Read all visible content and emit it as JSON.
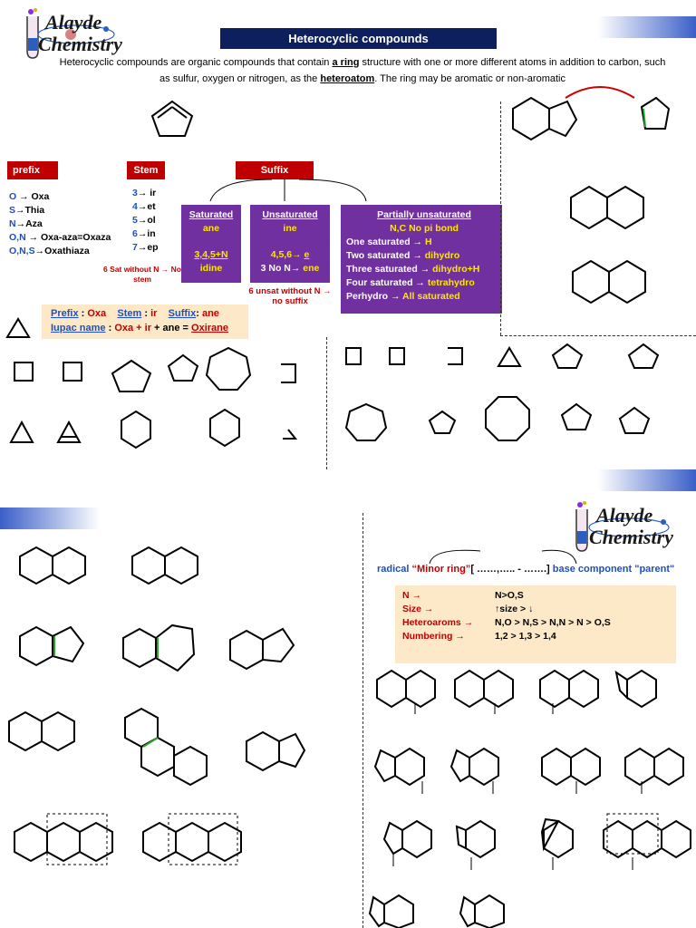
{
  "header": {
    "logo_line1": "Alayde",
    "logo_line2": "Chemistry",
    "title": "Heterocyclic compounds"
  },
  "intro": {
    "part1": "Heterocyclic compounds are organic  compounds that contain ",
    "ring": "a ring",
    "part2": " structure with one or more different atoms in addition to carbon, such as sulfur, oxygen or nitrogen, as the ",
    "heteroatom": "heteroatom",
    "part3": ".  The ring may be aromatic or non-aromatic"
  },
  "labels": {
    "prefix": "prefix",
    "stem": "Stem",
    "suffix": "Suffix"
  },
  "prefixes": [
    {
      "atom": "O",
      "arrow": " → ",
      "name": "Oxa"
    },
    {
      "atom": "S",
      "arrow": "→",
      "name": "Thia"
    },
    {
      "atom": "N",
      "arrow": "→",
      "name": "Aza"
    },
    {
      "atom": "O,N",
      "arrow": " → ",
      "name": "Oxa-aza=Oxaza"
    },
    {
      "atom": "O,N,S",
      "arrow": "→",
      "name": "Oxathiaza"
    }
  ],
  "stems": [
    {
      "num": "3",
      "arrow": "→ ",
      "name": "ir"
    },
    {
      "num": "4",
      "arrow": "→",
      "name": "et"
    },
    {
      "num": "5",
      "arrow": "→",
      "name": "ol"
    },
    {
      "num": "6",
      "arrow": "→",
      "name": "in"
    },
    {
      "num": "7",
      "arrow": "→",
      "name": "ep"
    }
  ],
  "stem_note": "6 Sat without N → No stem",
  "saturated": {
    "heading": "Saturated",
    "suffix": "ane",
    "rule": "3,4,5+N",
    "rule_suffix": "idine"
  },
  "unsaturated": {
    "heading": "Unsaturated",
    "suffix": "ine",
    "rule_prefix": "4,5,6→ ",
    "rule_e": "e",
    "rule2_prefix": "3 No N→ ",
    "rule2_suffix": "ene",
    "note": "6 unsat without N → no suffix"
  },
  "partial": {
    "heading": "Partially unsaturated",
    "subheading": "N,C No pi bond",
    "rows": [
      {
        "label": "One saturated → ",
        "value": "H"
      },
      {
        "label": "Two saturated → ",
        "value": "dihydro"
      },
      {
        "label": "Three saturated → ",
        "value": "dihydro+H"
      },
      {
        "label": "Four saturated → ",
        "value": "tetrahydro"
      },
      {
        "label": "Perhydro → ",
        "value": "All saturated"
      }
    ]
  },
  "example": {
    "prefix_label": "Prefix",
    "prefix_value": "Oxa",
    "stem_label": "Stem",
    "stem_value": "ir",
    "suffix_label": "Suffix",
    "suffix_value": "ane",
    "iupac_label": "Iupac name",
    "eq_oxa": "Oxa",
    "eq_plus1": " + ",
    "eq_ir": "ir",
    "eq_plus2": " + ane = ",
    "eq_result": "Oxirane",
    "sep": " : "
  },
  "fused": {
    "radical_label": "radical",
    "minor": "“Minor ring”",
    "bracket": "[ ……,….. - …….] ",
    "base": "base component \"parent\"",
    "rules": [
      {
        "label": "N →",
        "value": "N>O,S"
      },
      {
        "label": "Size →",
        "value": "↑size > ↓"
      },
      {
        "label": "Heteroaroms →",
        "value": "N,O > N,S > N,N > N > O,S"
      },
      {
        "label": "Numbering →",
        "value": "1,2 > 1,3 > 1,4"
      }
    ]
  },
  "colors": {
    "title_bg": "#0d1f5c",
    "red": "#c00000",
    "purple": "#7030a0",
    "yellow": "#ffe600",
    "note_bg": "#fde9c8",
    "blue": "#1f4fbf",
    "green_bond": "#2aa52a"
  }
}
